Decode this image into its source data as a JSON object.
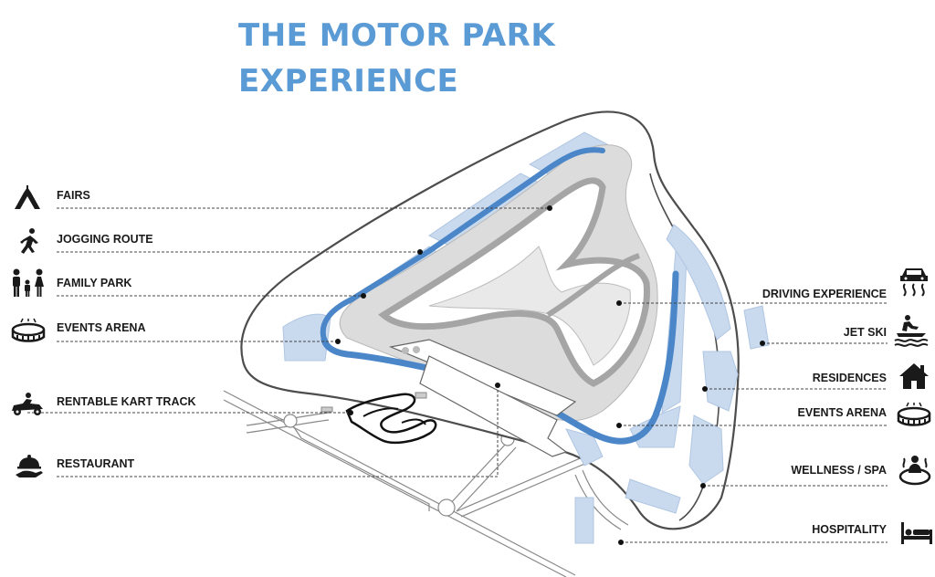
{
  "title": {
    "line1": "THE MOTOR PARK",
    "line2": "EXPERIENCE",
    "color": "#5b9bd5"
  },
  "legend": {
    "left": [
      {
        "label": "FAIRS",
        "icon": "circus-tent-icon"
      },
      {
        "label": "JOGGING ROUTE",
        "icon": "runner-icon"
      },
      {
        "label": "FAMILY PARK",
        "icon": "family-icon"
      },
      {
        "label": "EVENTS ARENA",
        "icon": "stadium-icon"
      },
      {
        "label": "RENTABLE KART TRACK",
        "icon": "go-kart-icon"
      },
      {
        "label": "RESTAURANT",
        "icon": "serving-cloche-icon"
      }
    ],
    "right": [
      {
        "label": "DRIVING EXPERIENCE",
        "icon": "skidding-car-icon"
      },
      {
        "label": "JET SKI",
        "icon": "jet-ski-icon"
      },
      {
        "label": "RESIDENCES",
        "icon": "house-icon"
      },
      {
        "label": "EVENTS ARENA",
        "icon": "stadium-icon"
      },
      {
        "label": "WELLNESS / SPA",
        "icon": "spa-icon"
      },
      {
        "label": "HOSPITALITY",
        "icon": "bed-icon"
      }
    ]
  },
  "colors": {
    "track_blue": "#4a86c8",
    "zone_light_blue": "#c9daee",
    "track_grey": "#d3d3d3",
    "outline": "#555555"
  }
}
